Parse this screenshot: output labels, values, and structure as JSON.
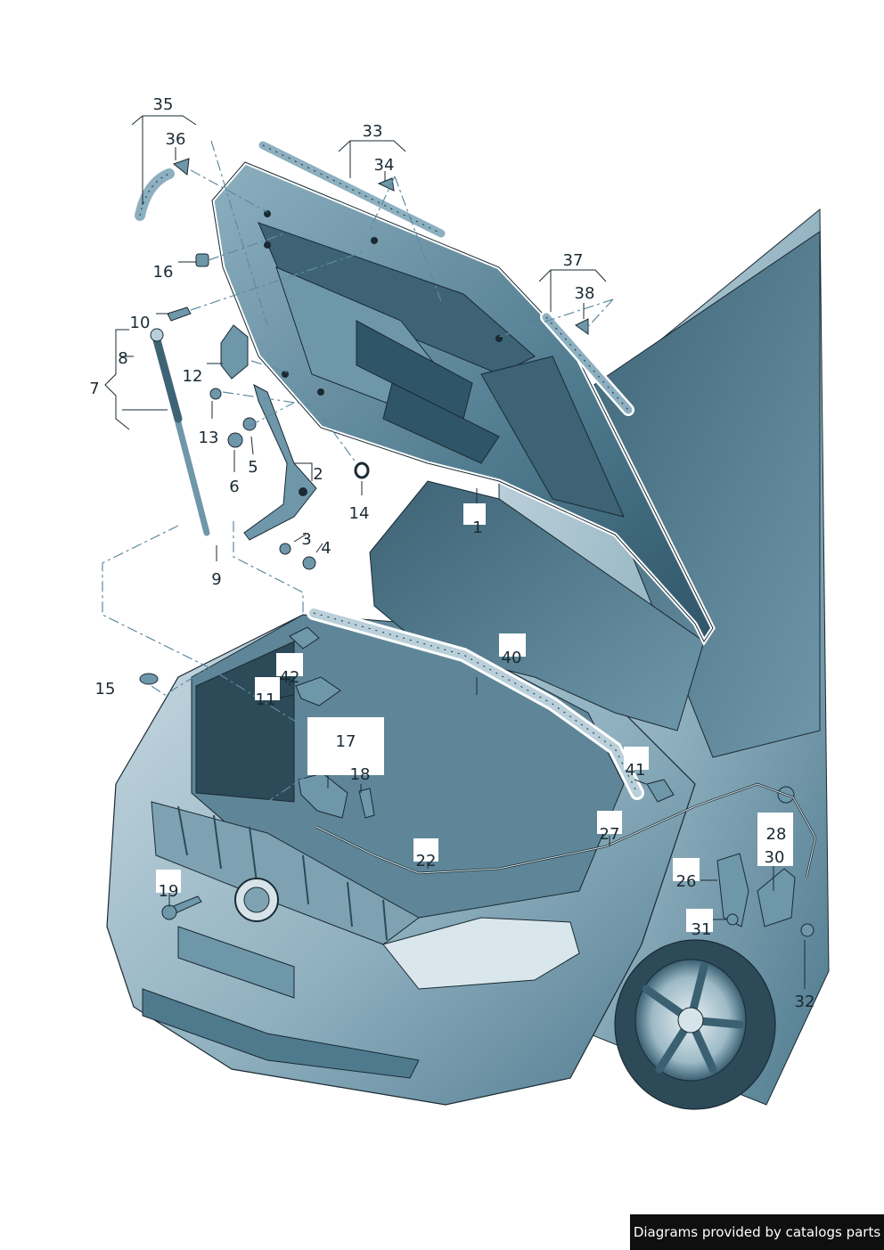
{
  "parts": {
    "p1": "1",
    "p2": "2",
    "p3": "3",
    "p4": "4",
    "p5": "5",
    "p6": "6",
    "p7": "7",
    "p8": "8",
    "p9": "9",
    "p10": "10",
    "p11": "11",
    "p12": "12",
    "p13": "13",
    "p14": "14",
    "p15": "15",
    "p16": "16",
    "p17": "17",
    "p18": "18",
    "p19": "19",
    "p22": "22",
    "p26": "26",
    "p27": "27",
    "p28": "28",
    "p30": "30",
    "p31": "31",
    "p32": "32",
    "p33": "33",
    "p34": "34",
    "p35": "35",
    "p36": "36",
    "p37": "37",
    "p38": "38",
    "p40": "40",
    "p41": "41",
    "p42": "42"
  },
  "footer": {
    "credit": "Diagrams provided by catalogs parts"
  },
  "colors": {
    "body_dark": "#3f6a7f",
    "body_mid": "#6f97aa",
    "body_light": "#b9d0da",
    "glass": "#54788a",
    "outline": "#1a2a33",
    "credit_bg": "#0f0f0f"
  }
}
